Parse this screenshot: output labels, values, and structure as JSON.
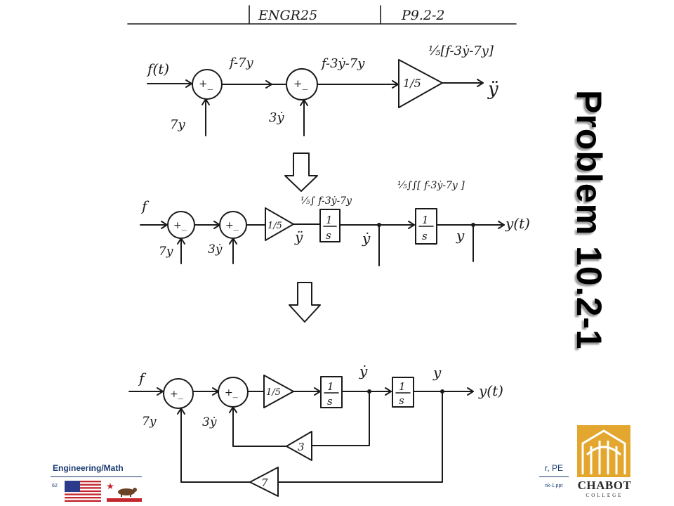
{
  "slide": {
    "title": "Problem 10.2-1",
    "footer_left": "Engineering/Math",
    "footer_right": "r, PE",
    "slide_number": "62",
    "file_name": "nk-1.ppt",
    "college_name": "CHABOT",
    "college_word": "COLLEGE"
  },
  "sketch": {
    "header_course": "ENGR25",
    "header_problem": "P9.2-2",
    "top_input": "f(t)",
    "top_sum1_out": "f-7y",
    "top_sum2_out": "f-3ẏ-7y",
    "top_gain_out": "⅕[f-3ẏ-7y]",
    "top_output": "ÿ",
    "top_fb1": "7y",
    "top_fb2": "3ẏ",
    "gain": "1/5",
    "sum_sign": "+_",
    "mid_input": "f",
    "mid_int1_label": "⅕∫ f-3ẏ-7y",
    "mid_int2_label": "⅕∫∫[ f-3ẏ-7y ]",
    "mid_ydd": "ÿ",
    "mid_yd": "ẏ",
    "mid_y": "y",
    "mid_output": "y(t)",
    "mid_fb1": "7y",
    "mid_fb2": "3ẏ",
    "integrator_num": "1",
    "integrator_den": "s",
    "bot_input": "f",
    "bot_yd": "ẏ",
    "bot_y": "y",
    "bot_output": "y(t)",
    "bot_fb1": "7y",
    "bot_fb2": "3ẏ",
    "bot_gain3": "3",
    "bot_gain7": "7"
  },
  "colors": {
    "footer_text": "#1a3a73",
    "logo_gold": "#e3a72f",
    "logo_dark": "#2a2a2a"
  }
}
